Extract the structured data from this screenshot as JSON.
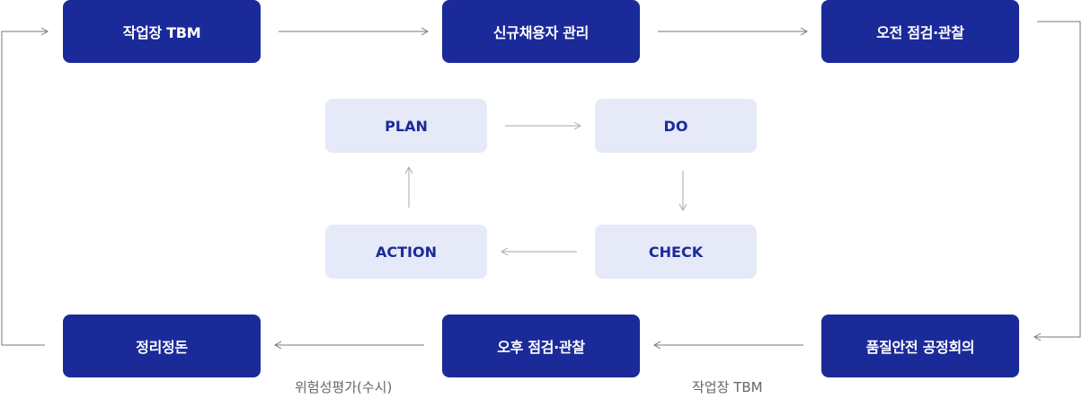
{
  "outer_steps": {
    "s1": "작업장 TBM",
    "s2": "신규채용자 관리",
    "s3": "오전 점검·관찰",
    "s4": "품질안전 공정회의",
    "s5": "오후 점검·관찰",
    "s6": "정리정돈"
  },
  "pdca": {
    "plan": "PLAN",
    "do": "DO",
    "check": "CHECK",
    "action": "ACTION"
  },
  "captions": {
    "between_s4_s5": "작업장 TBM",
    "between_s5_s6": "위험성평가(수시)"
  },
  "colors": {
    "step_fill": "#1b2a99",
    "pdca_fill": "#e6e9f8",
    "arrow_dark": "#666666",
    "arrow_light": "#aaaaaa"
  }
}
